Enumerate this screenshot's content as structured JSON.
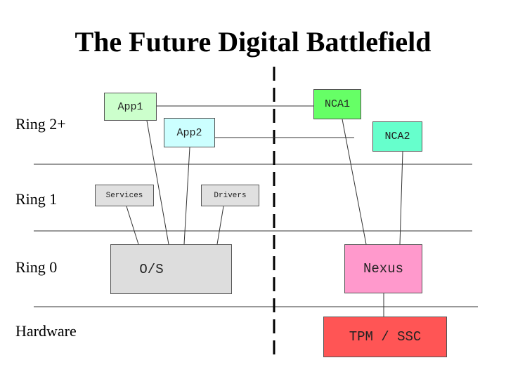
{
  "title": "The Future Digital Battlefield",
  "rings": {
    "ring2": "Ring 2+",
    "ring1": "Ring 1",
    "ring0": "Ring 0",
    "hardware": "Hardware"
  },
  "boxes": {
    "app1": "App1",
    "app2": "App2",
    "nca1": "NCA1",
    "nca2": "NCA2",
    "services": "Services",
    "drivers": "Drivers",
    "os": "O/S",
    "nexus": "Nexus",
    "tpm": "TPM / SSC"
  },
  "colors": {
    "app1": "#ccffcc",
    "app2": "#ccffff",
    "nca1": "#66ff66",
    "nca2": "#66ffcc",
    "services": "#e0e0e0",
    "drivers": "#e0e0e0",
    "os": "#dddddd",
    "nexus": "#ff99cc",
    "tpm": "#ff5555"
  }
}
